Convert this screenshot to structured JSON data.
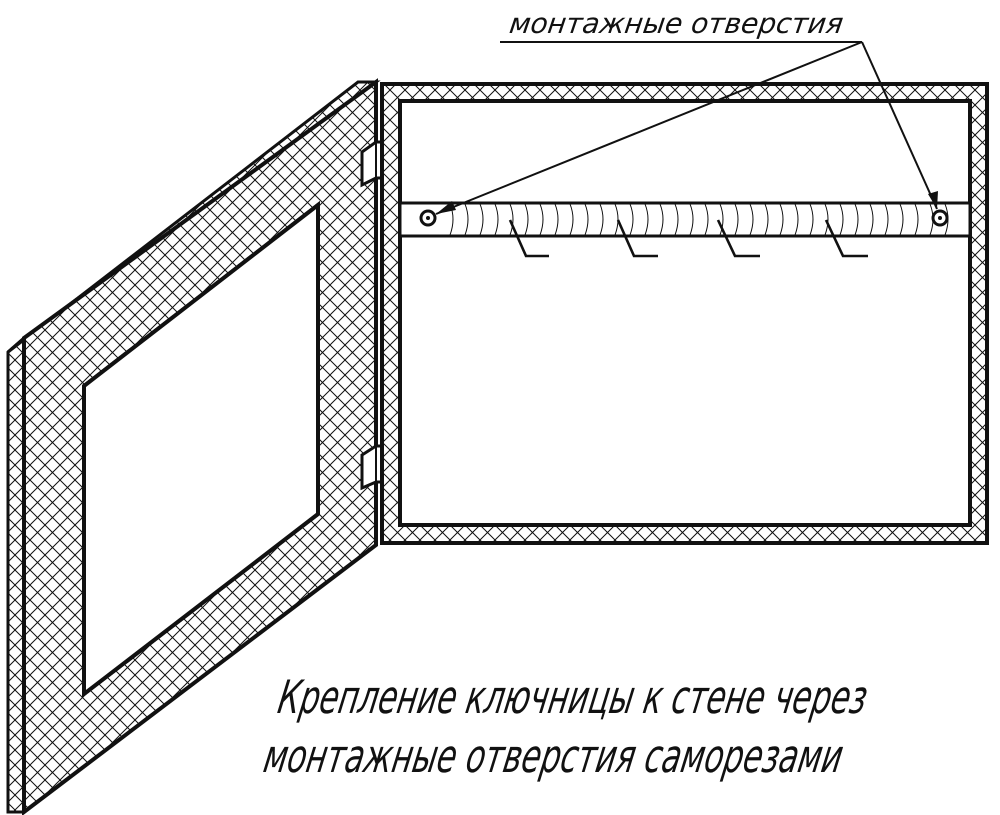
{
  "callout": {
    "label": "монтажные отверстия"
  },
  "caption": {
    "line1": "Крепление ключницы к стене через",
    "line2": "монтажные отверстия саморезами"
  },
  "colors": {
    "ink": "#111111",
    "paper": "#ffffff"
  },
  "parts": {
    "hinges": 2,
    "hooks": 4,
    "mounting_holes": 2
  }
}
